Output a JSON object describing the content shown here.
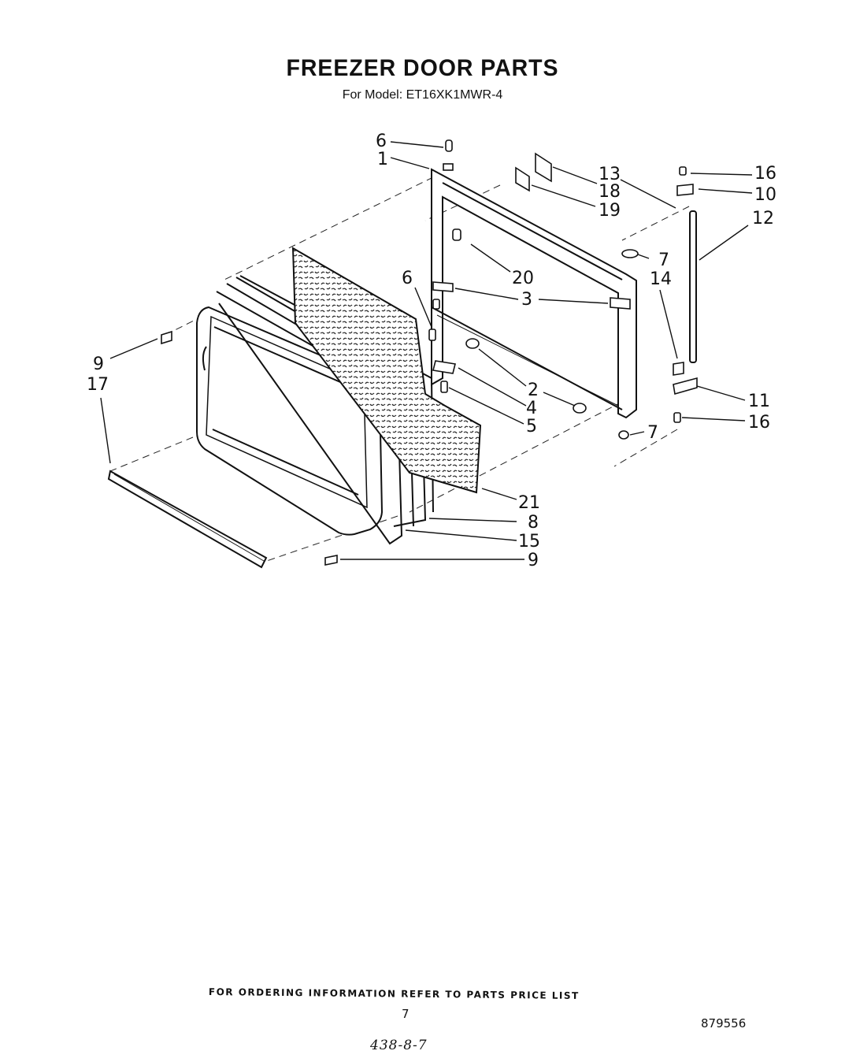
{
  "header": {
    "title": "FREEZER DOOR PARTS",
    "subtitle": "For Model: ET16XK1MWR-4"
  },
  "callouts": {
    "c1": "1",
    "c2": "2",
    "c3": "3",
    "c4": "4",
    "c5": "5",
    "c6a": "6",
    "c6b": "6",
    "c7a": "7",
    "c7b": "7",
    "c8": "8",
    "c9a": "9",
    "c9b": "9",
    "c10": "10",
    "c11": "11",
    "c12": "12",
    "c13": "13",
    "c14": "14",
    "c15": "15",
    "c16a": "16",
    "c16b": "16",
    "c17": "17",
    "c18": "18",
    "c19": "19",
    "c20": "20",
    "c21": "21"
  },
  "footer": {
    "ordering_note": "FOR ORDERING INFORMATION REFER TO PARTS PRICE LIST",
    "page_number": "7",
    "document_number": "879556",
    "handwritten_code": "438-8-7"
  }
}
